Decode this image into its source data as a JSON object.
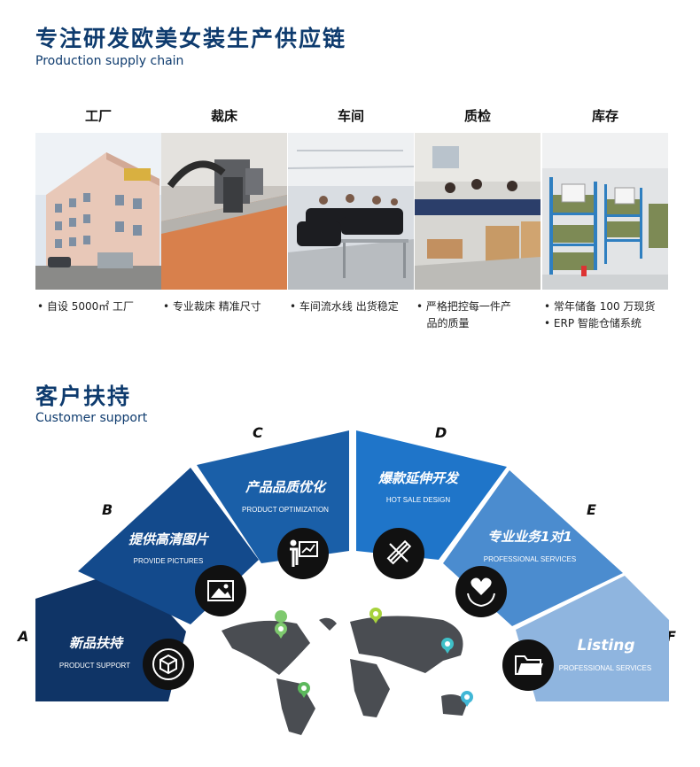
{
  "section1": {
    "title": "专注研发欧美女装生产供应链",
    "subtitle": "Production supply chain",
    "columns": [
      {
        "heading": "工厂",
        "caption": [
          "• 自设 5000㎡ 工厂"
        ]
      },
      {
        "heading": "裁床",
        "caption": [
          "• 专业裁床  精准尺寸"
        ]
      },
      {
        "heading": "车间",
        "caption": [
          "• 车间流水线  出货稳定"
        ]
      },
      {
        "heading": "质检",
        "caption": [
          "• 严格把控每一件产",
          "   品的质量"
        ]
      },
      {
        "heading": "库存",
        "caption": [
          "• 常年储备 100 万现货",
          "• ERP 智能仓储系统"
        ]
      }
    ]
  },
  "section2": {
    "title": "客户扶持",
    "subtitle": "Customer support",
    "segments": [
      {
        "letter": "A",
        "title": "新品扶持",
        "subtitle": "PRODUCT SUPPORT",
        "color": "#0f3466",
        "icon": "cube-icon"
      },
      {
        "letter": "B",
        "title": "提供高清图片",
        "subtitle": "PROVIDE PICTURES",
        "color": "#134a8c",
        "icon": "image-icon"
      },
      {
        "letter": "C",
        "title": "产品品质优化",
        "subtitle": "PRODUCT OPTIMIZATION",
        "color": "#1a5fa8",
        "icon": "presentation-icon"
      },
      {
        "letter": "D",
        "title": "爆款延伸开发",
        "subtitle": "HOT SALE DESIGN",
        "color": "#1f75c9",
        "icon": "design-tools-icon"
      },
      {
        "letter": "E",
        "title": "专业业务1对1",
        "subtitle": "PROFESSIONAL SERVICES",
        "color": "#4b8ccf",
        "icon": "heart-hands-icon"
      },
      {
        "letter": "F",
        "title": "Listing",
        "subtitle": "PROFESSIONAL SERVICES",
        "color": "#8fb5df",
        "icon": "folder-icon"
      }
    ]
  },
  "colors": {
    "title": "#0e3b6e",
    "icon_circle": "#111111",
    "map": "#4a4d52"
  }
}
